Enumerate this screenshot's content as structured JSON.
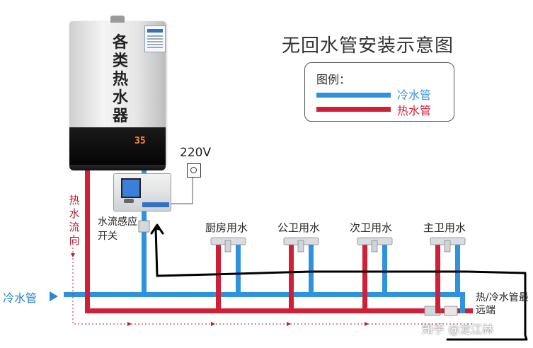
{
  "title": "无回水管安装示意图",
  "legend": {
    "title": "图例：",
    "cold_label": "冷水管",
    "hot_label": "热水管"
  },
  "heater": {
    "text": [
      "各",
      "类",
      "热",
      "水",
      "器"
    ],
    "display": "35"
  },
  "voltage_label": "220V",
  "flow_direction_label": [
    "热",
    "水",
    "流",
    "向"
  ],
  "sensor_label": "水流感应开关",
  "fixtures": [
    {
      "label": "厨房用水"
    },
    {
      "label": "公卫用水"
    },
    {
      "label": "次卫用水"
    },
    {
      "label": "主卫用水"
    }
  ],
  "cold_inlet_label": "冷水管",
  "far_end_label": "热/冷水管最远端",
  "watermark": "知乎 @龙江林",
  "colors": {
    "cold": "#2e93dd",
    "hot": "#d01f36",
    "annotation": "#000000",
    "flow_arrow": "#b81d33"
  }
}
